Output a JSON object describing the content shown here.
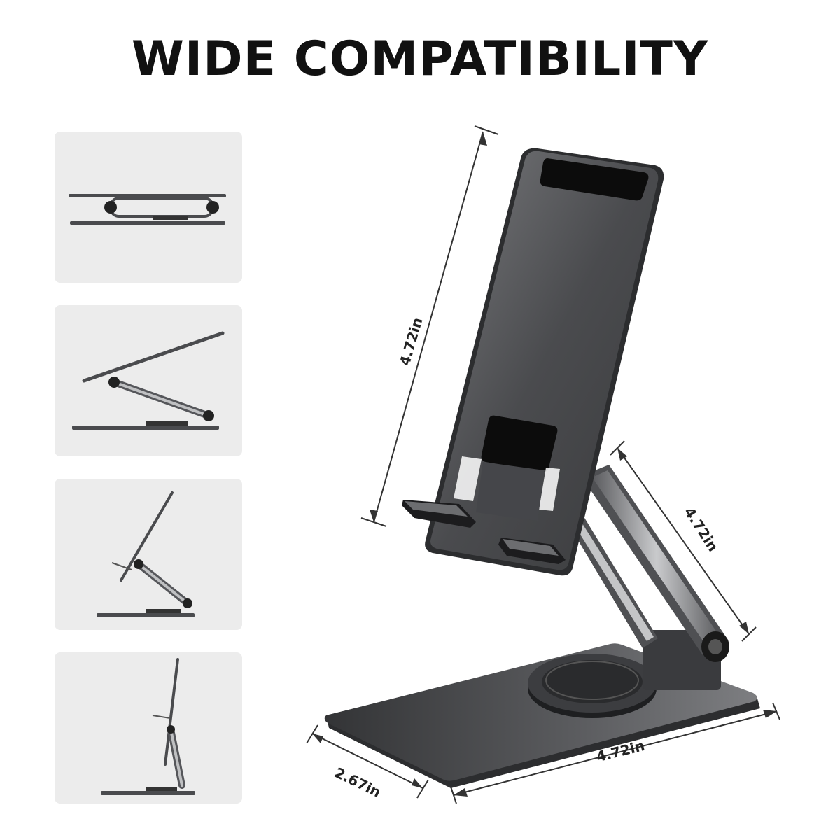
{
  "title": "WIDE COMPATIBILITY",
  "dimensions": {
    "height": "4.72in",
    "arm": "4.72in",
    "depth": "2.67in",
    "width": "4.72in"
  },
  "colors": {
    "panel_bg": "#ececec",
    "metal_dark": "#3a3b3d",
    "metal_mid": "#6a6b6e",
    "pad_black": "#0c0c0c"
  }
}
